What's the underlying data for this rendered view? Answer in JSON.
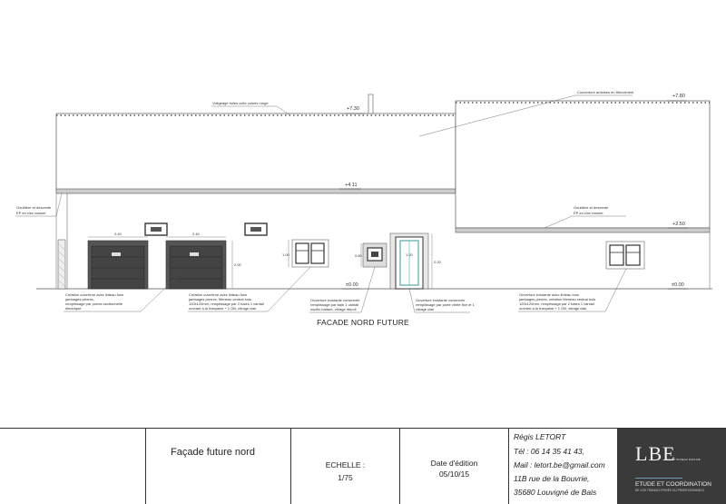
{
  "drawing": {
    "caption": "FACADE NORD FUTURE",
    "levels": {
      "ridge_left": "+7.30",
      "ridge_right": "+7.80",
      "eaves_left": "+4.11",
      "eaves_right": "+2.50",
      "ground_left": "±0.00",
      "ground_right": "±0.00"
    },
    "annotations": {
      "roof_left": "Voligeage tuiles cuite coloris rouge",
      "roof_right": "Couverture ardoises en fibrociment",
      "gutter_left": [
        "Gouttière et descente",
        "EP en zinc naturel"
      ],
      "gutter_right": [
        "Gouttière et descente",
        "EP en zinc naturel"
      ],
      "note_garage": [
        "Création ouverture avec linteau bois",
        "jambages pierres,",
        "remplissage par portes sectionnelle",
        "électrique."
      ],
      "note_window_2": [
        "Création ouverture avec linteau bois",
        "jambages pierres, Meneau central bois",
        "120x120mm, remplissage par 2 baies 1 vantail",
        "ouvrant à la française + 1 OB, vitrage clair"
      ],
      "note_window_3": [
        "Ouverture existante conservée",
        "remplissage par baie 1 vantail",
        "oscillo battant, vitrage dépoli"
      ],
      "note_door": [
        "Ouverture existante conservée",
        "remplissage par porte vitrée fixe et 1",
        "vitrage clair"
      ],
      "note_window_4": [
        "Ouverture existante avec linteau bois",
        "jambages pierres, création Meneau central bois",
        "120x120mm, remplissage par 2 baies 1 vantail",
        "ouvrant à la française + 1 OB, vitrage clair"
      ]
    },
    "dimensions": {
      "garage_width_1": "2.40",
      "garage_width_2": "2.40",
      "garage_height": "2.00",
      "window_height": "1.00",
      "small_window_height": "0.60",
      "door_height": "2.20",
      "door_width": "1.20"
    }
  },
  "titleblock": {
    "project_title": "Façade future nord",
    "scale_label": "ECHELLE :",
    "scale_value": "1/75",
    "date_label": "Date d'édition",
    "date_value": "05/10/15",
    "contact": {
      "name": "Régis LETORT",
      "tel": "Tél : 06 14 35 41 43,",
      "mail": "Mail : letort.be@gmail.com",
      "address1": "11B rue de la Bouvrie,",
      "address2": "35680 Louvigné de Bais"
    },
    "logo": {
      "mark": "LBE",
      "sub": "LETORT BUREAU D'ETUDE",
      "tagline": "ETUDE ET COORDINATION",
      "tagline2": "DE VOS TRAVAUX PRIVÉS OU PROFESSIONNELS"
    }
  }
}
